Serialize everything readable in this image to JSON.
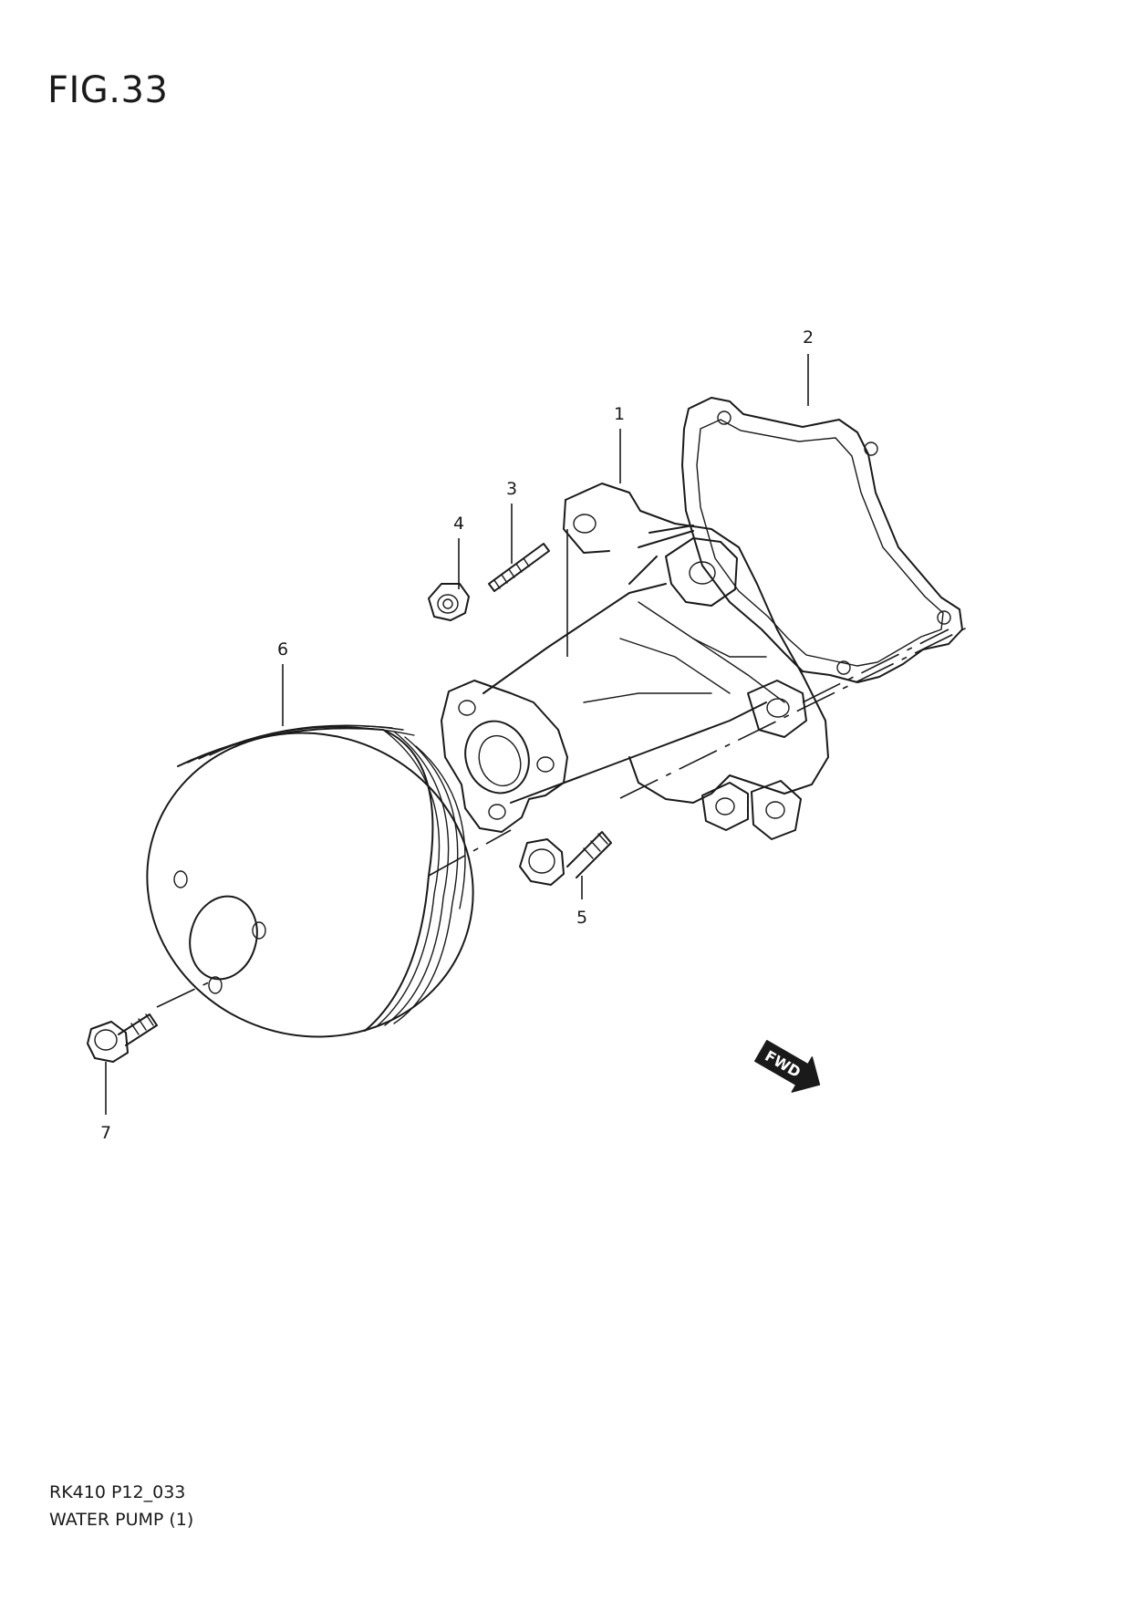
{
  "figure": {
    "label": "FIG.33"
  },
  "callouts": [
    {
      "id": "1",
      "text": "1"
    },
    {
      "id": "2",
      "text": "2"
    },
    {
      "id": "3",
      "text": "3"
    },
    {
      "id": "4",
      "text": "4"
    },
    {
      "id": "5",
      "text": "5"
    },
    {
      "id": "6",
      "text": "6"
    },
    {
      "id": "7",
      "text": "7"
    }
  ],
  "direction_badge": {
    "text": "FWD",
    "icon": "forward-arrow-icon"
  },
  "footer": {
    "code": "RK410 P12_033",
    "name": "WATER PUMP (1)"
  }
}
